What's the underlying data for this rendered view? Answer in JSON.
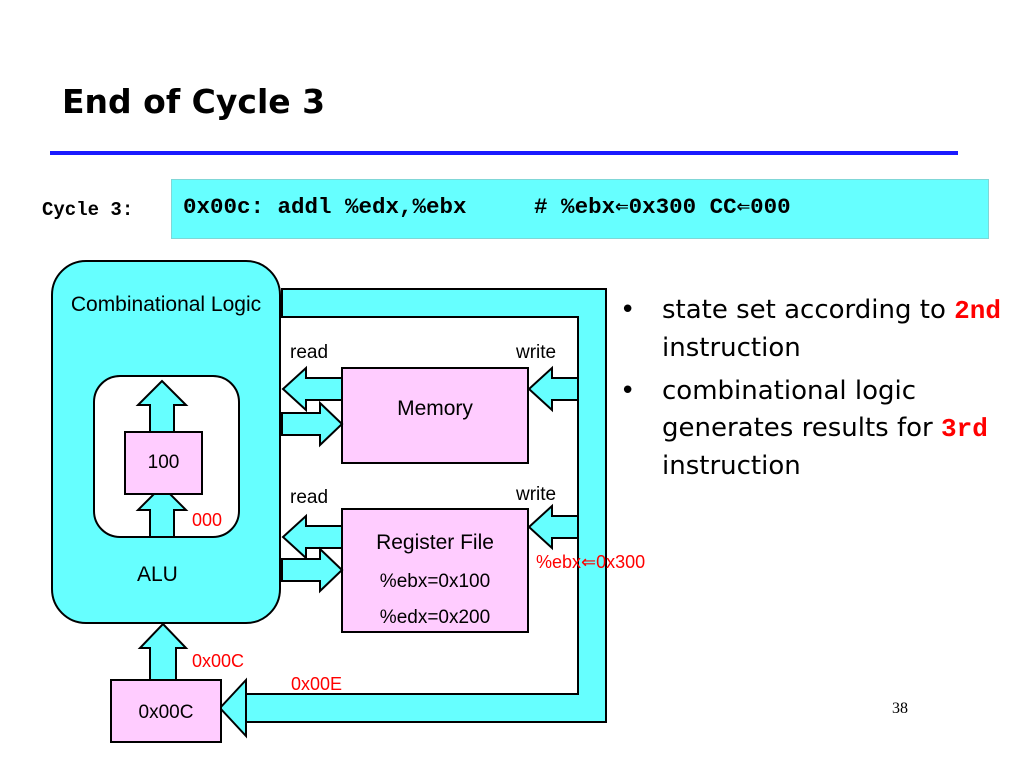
{
  "slide": {
    "title": "End of Cycle 3",
    "page_number": "38"
  },
  "cycle": {
    "label": "Cycle 3:",
    "instruction": "0x00c: addl %edx,%ebx     # %ebx⇐0x300 CC⇐000"
  },
  "bullets": [
    {
      "pre": "state set according to ",
      "highlight": "2nd",
      "post": " instruction"
    },
    {
      "pre": "combinational logic generates results for ",
      "highlight": "3rd",
      "post": " instruction"
    }
  ],
  "diagram": {
    "combinational_logic": "Combinational Logic",
    "alu": "ALU",
    "alu_value": "100",
    "cc_value": "000",
    "memory": "Memory",
    "register_file": {
      "title": "Register File",
      "lines": [
        "%ebx=0x100",
        "%edx=0x200"
      ]
    },
    "read_label": "read",
    "write_label": "write",
    "reg_write_value": "%ebx⇐0x300",
    "pc_value": "0x00C",
    "pc_output_label": "0x00C",
    "next_pc_label": "0x00E"
  },
  "colors": {
    "cyan": "#66ffff",
    "pink": "#ffccff",
    "title_rule": "#1a1aff",
    "highlight": "#ff0000"
  }
}
